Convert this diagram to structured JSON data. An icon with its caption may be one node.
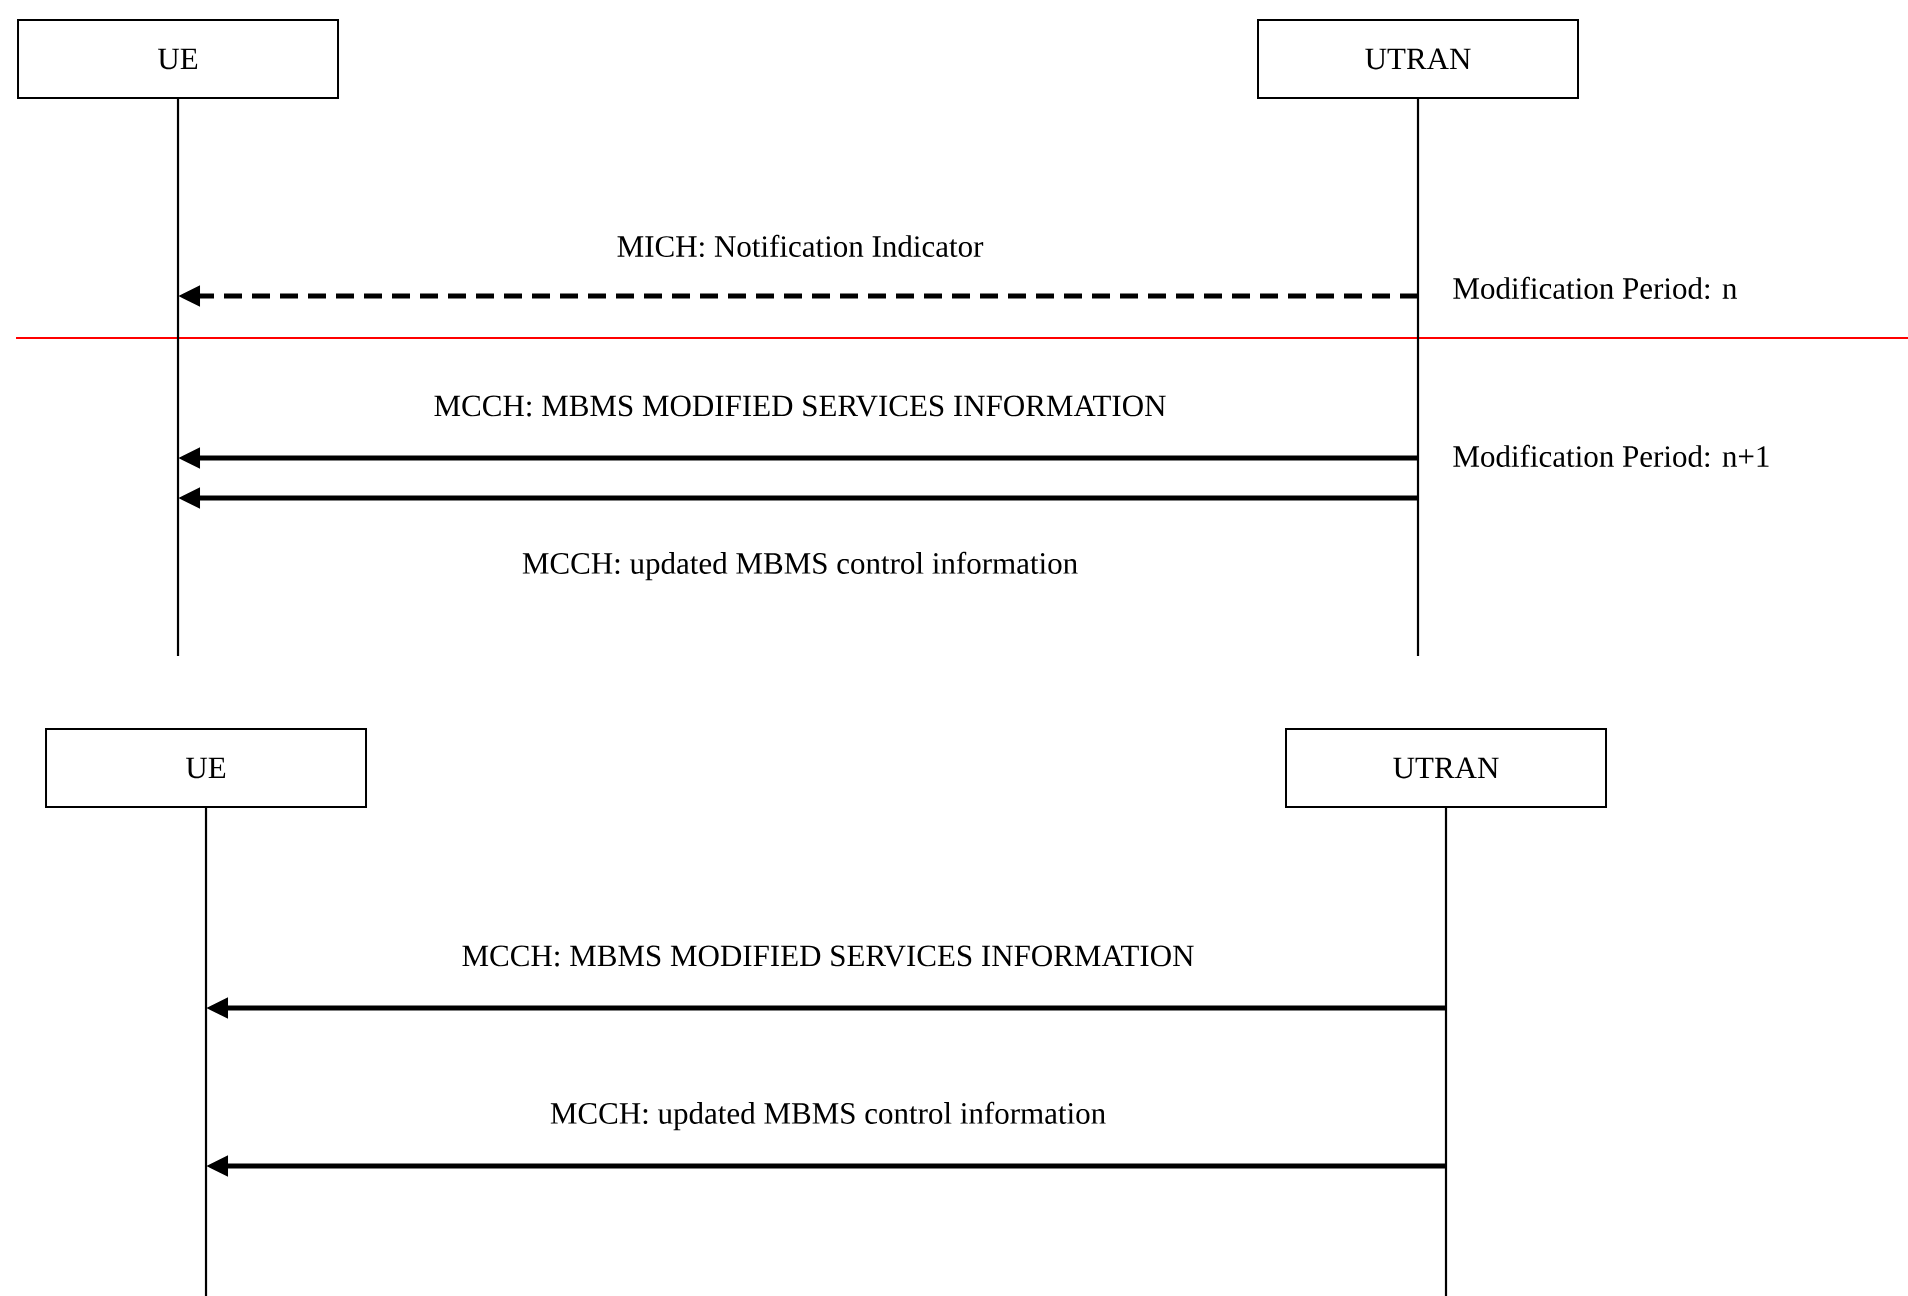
{
  "diagram": {
    "nodes": [
      {
        "text": [
          "UE"
        ]
      },
      {
        "text": [
          "UTRAN"
        ]
      },
      {
        "text": [
          "UE"
        ]
      },
      {
        "text": [
          "UTRAN"
        ]
      }
    ],
    "edges": [
      {
        "from": 1,
        "to": 0,
        "arrow": "to",
        "label": "MICH: Notification Indicator",
        "style": "dashed"
      },
      {
        "from": 1,
        "to": 0,
        "arrow": "to",
        "label": "MCCH: MBMS MODIFIED SERVICES INFORMATION"
      },
      {
        "from": 1,
        "to": 0,
        "arrow": "to",
        "label": "MCCH: updated MBMS control information"
      },
      {
        "from": 3,
        "to": 2,
        "arrow": "to",
        "label": "MCCH: MBMS MODIFIED SERVICES INFORMATION"
      },
      {
        "from": 3,
        "to": 2,
        "arrow": "to",
        "label": "MCCH: updated MBMS control information"
      }
    ],
    "labels": [
      "Modification Period: n",
      "Modification Period: n+1"
    ]
  }
}
